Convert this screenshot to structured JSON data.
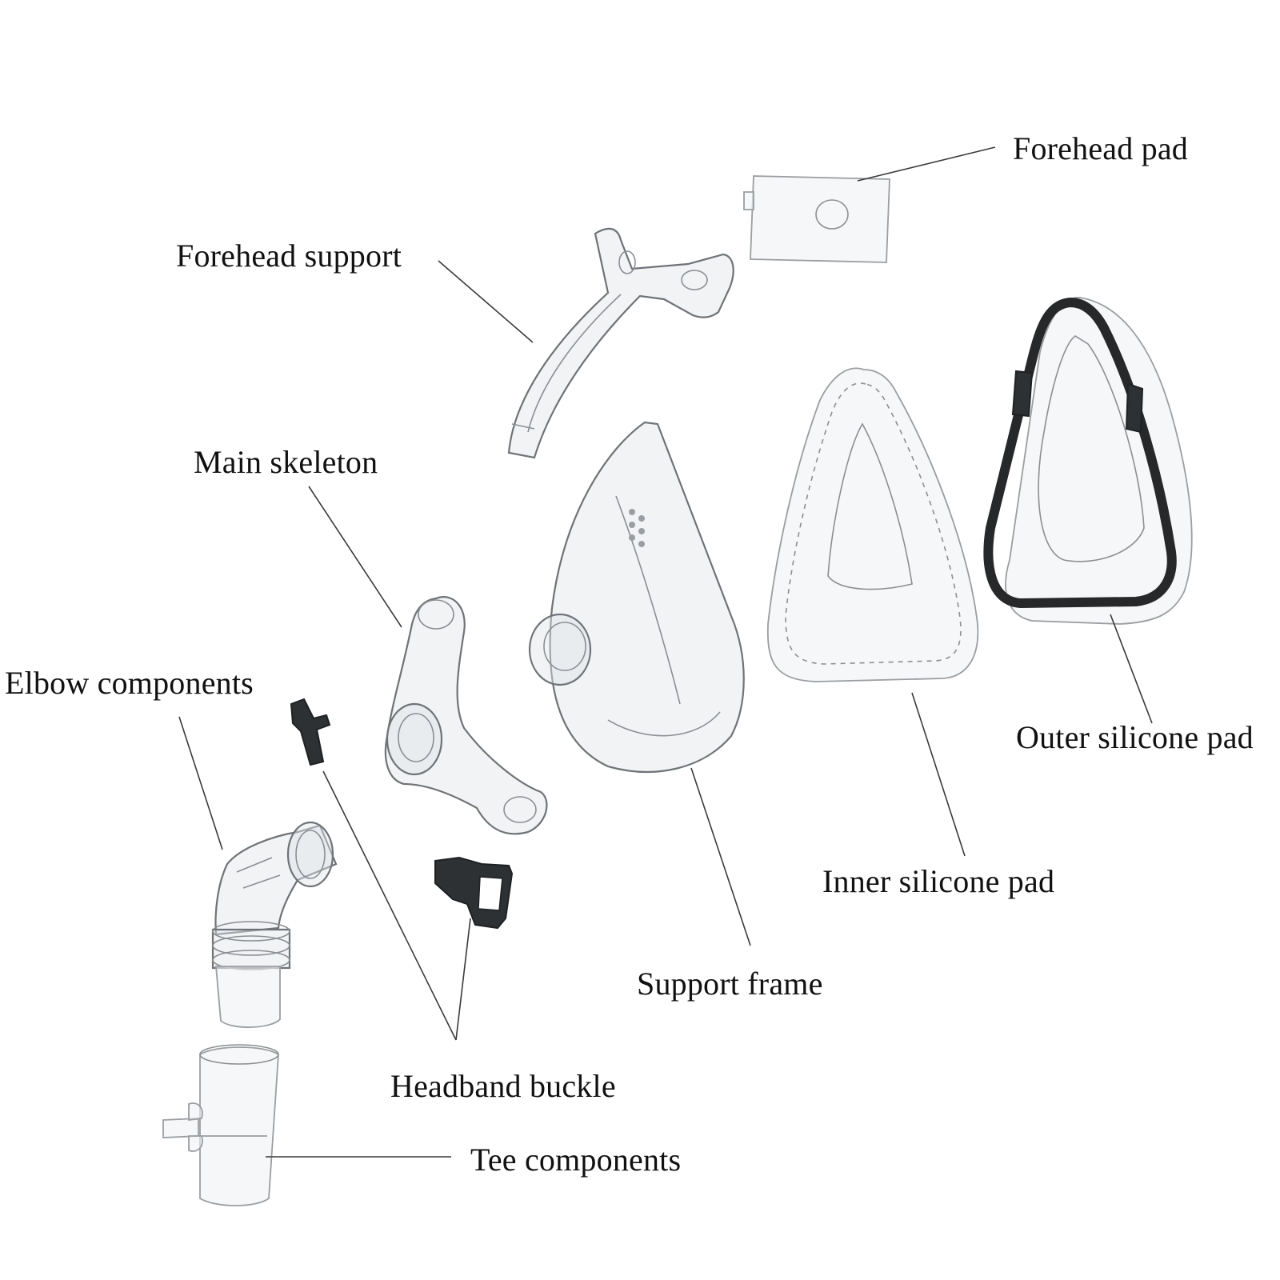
{
  "labels": {
    "forehead_pad": "Forehead pad",
    "forehead_support": "Forehead support",
    "main_skeleton": "Main skeleton",
    "elbow_components": "Elbow components",
    "outer_silicone_pad": "Outer silicone pad",
    "inner_silicone_pad": "Inner silicone pad",
    "support_frame": "Support frame",
    "headband_buckle": "Headband buckle",
    "tee_components": "Tee components"
  },
  "colors": {
    "label_text": "#111111",
    "leader_line": "#3a3a3a",
    "clear_plastic_outline": "#6f7377",
    "dark_plastic": "#2e3133"
  }
}
